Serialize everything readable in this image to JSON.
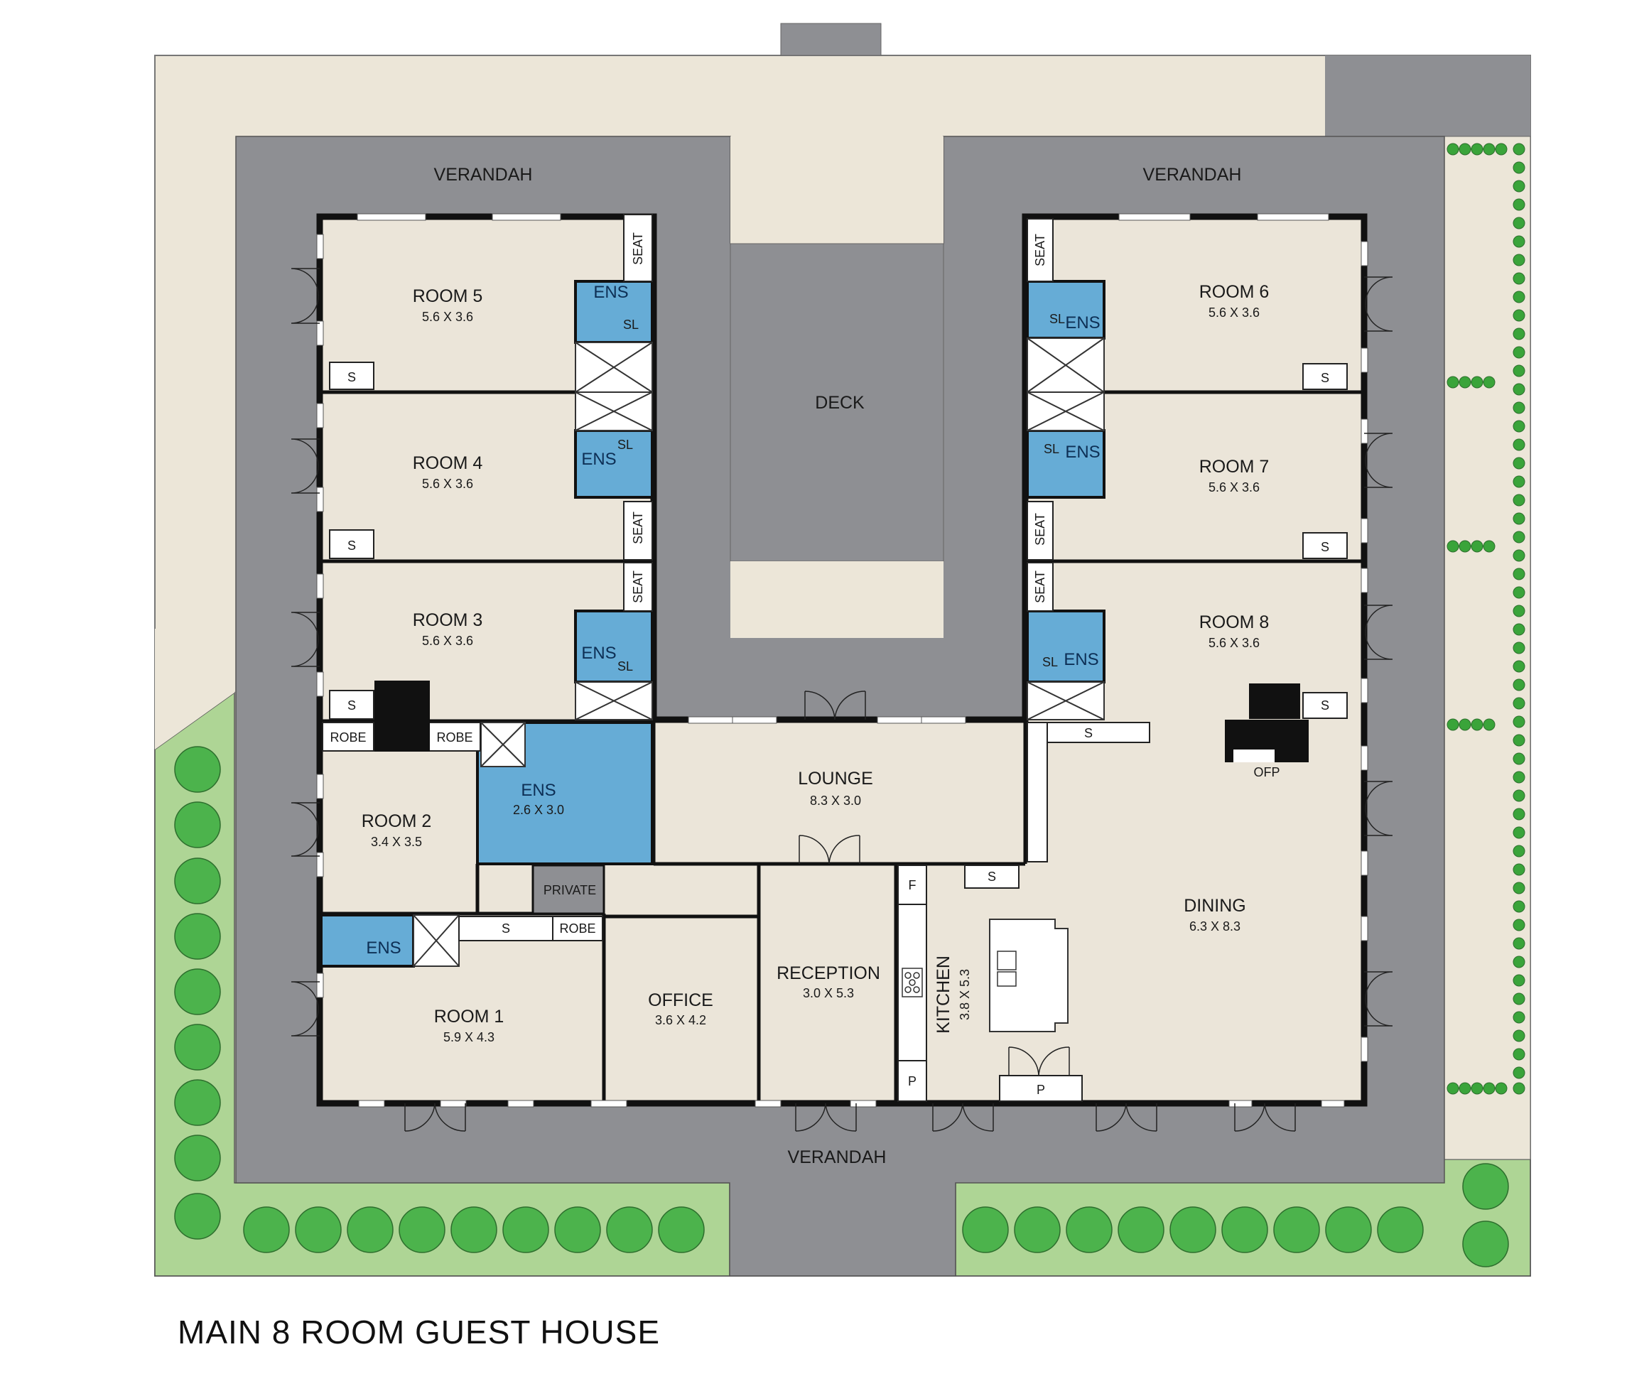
{
  "title": "MAIN 8 ROOM GUEST HOUSE",
  "colors": {
    "verandah": "#8e8f93",
    "yard": "#ece6d8",
    "floor": "#ebe5d9",
    "wet_area": "#66acd6",
    "garden": "#aed595",
    "tree": "#4cb34c",
    "wall": "#111111",
    "fixture": "#ffffff"
  },
  "areas": {
    "verandah_left": "VERANDAH",
    "verandah_right": "VERANDAH",
    "verandah_bottom": "VERANDAH",
    "deck": "DECK"
  },
  "rooms": {
    "room5": {
      "name": "ROOM 5",
      "dim": "5.6 X 3.6"
    },
    "room4": {
      "name": "ROOM 4",
      "dim": "5.6 X 3.6"
    },
    "room3": {
      "name": "ROOM 3",
      "dim": "5.6 X 3.6"
    },
    "room2": {
      "name": "ROOM 2",
      "dim": "3.4 X 3.5"
    },
    "room1": {
      "name": "ROOM 1",
      "dim": "5.9 X 4.3"
    },
    "room6": {
      "name": "ROOM 6",
      "dim": "5.6 X 3.6"
    },
    "room7": {
      "name": "ROOM 7",
      "dim": "5.6 X 3.6"
    },
    "room8": {
      "name": "ROOM 8",
      "dim": "5.6 X 3.6"
    },
    "ens_main": {
      "name": "ENS",
      "dim": "2.6 X 3.0"
    },
    "lounge": {
      "name": "LOUNGE",
      "dim": "8.3 X 3.0"
    },
    "office": {
      "name": "OFFICE",
      "dim": "3.6 X 4.2"
    },
    "reception": {
      "name": "RECEPTION",
      "dim": "3.0 X 5.3"
    },
    "kitchen": {
      "name": "KITCHEN",
      "dim": "3.8 X 5.3"
    },
    "dining": {
      "name": "DINING",
      "dim": "6.3 X 8.3"
    },
    "private": {
      "name": "PRIVATE"
    }
  },
  "fixtures": {
    "ensuite": "ENS",
    "storage": "S",
    "seat": "SEAT",
    "robe": "ROBE",
    "shower_label": "SL",
    "fridge": "F",
    "pantry": "P",
    "open_fireplace": "OFP"
  }
}
